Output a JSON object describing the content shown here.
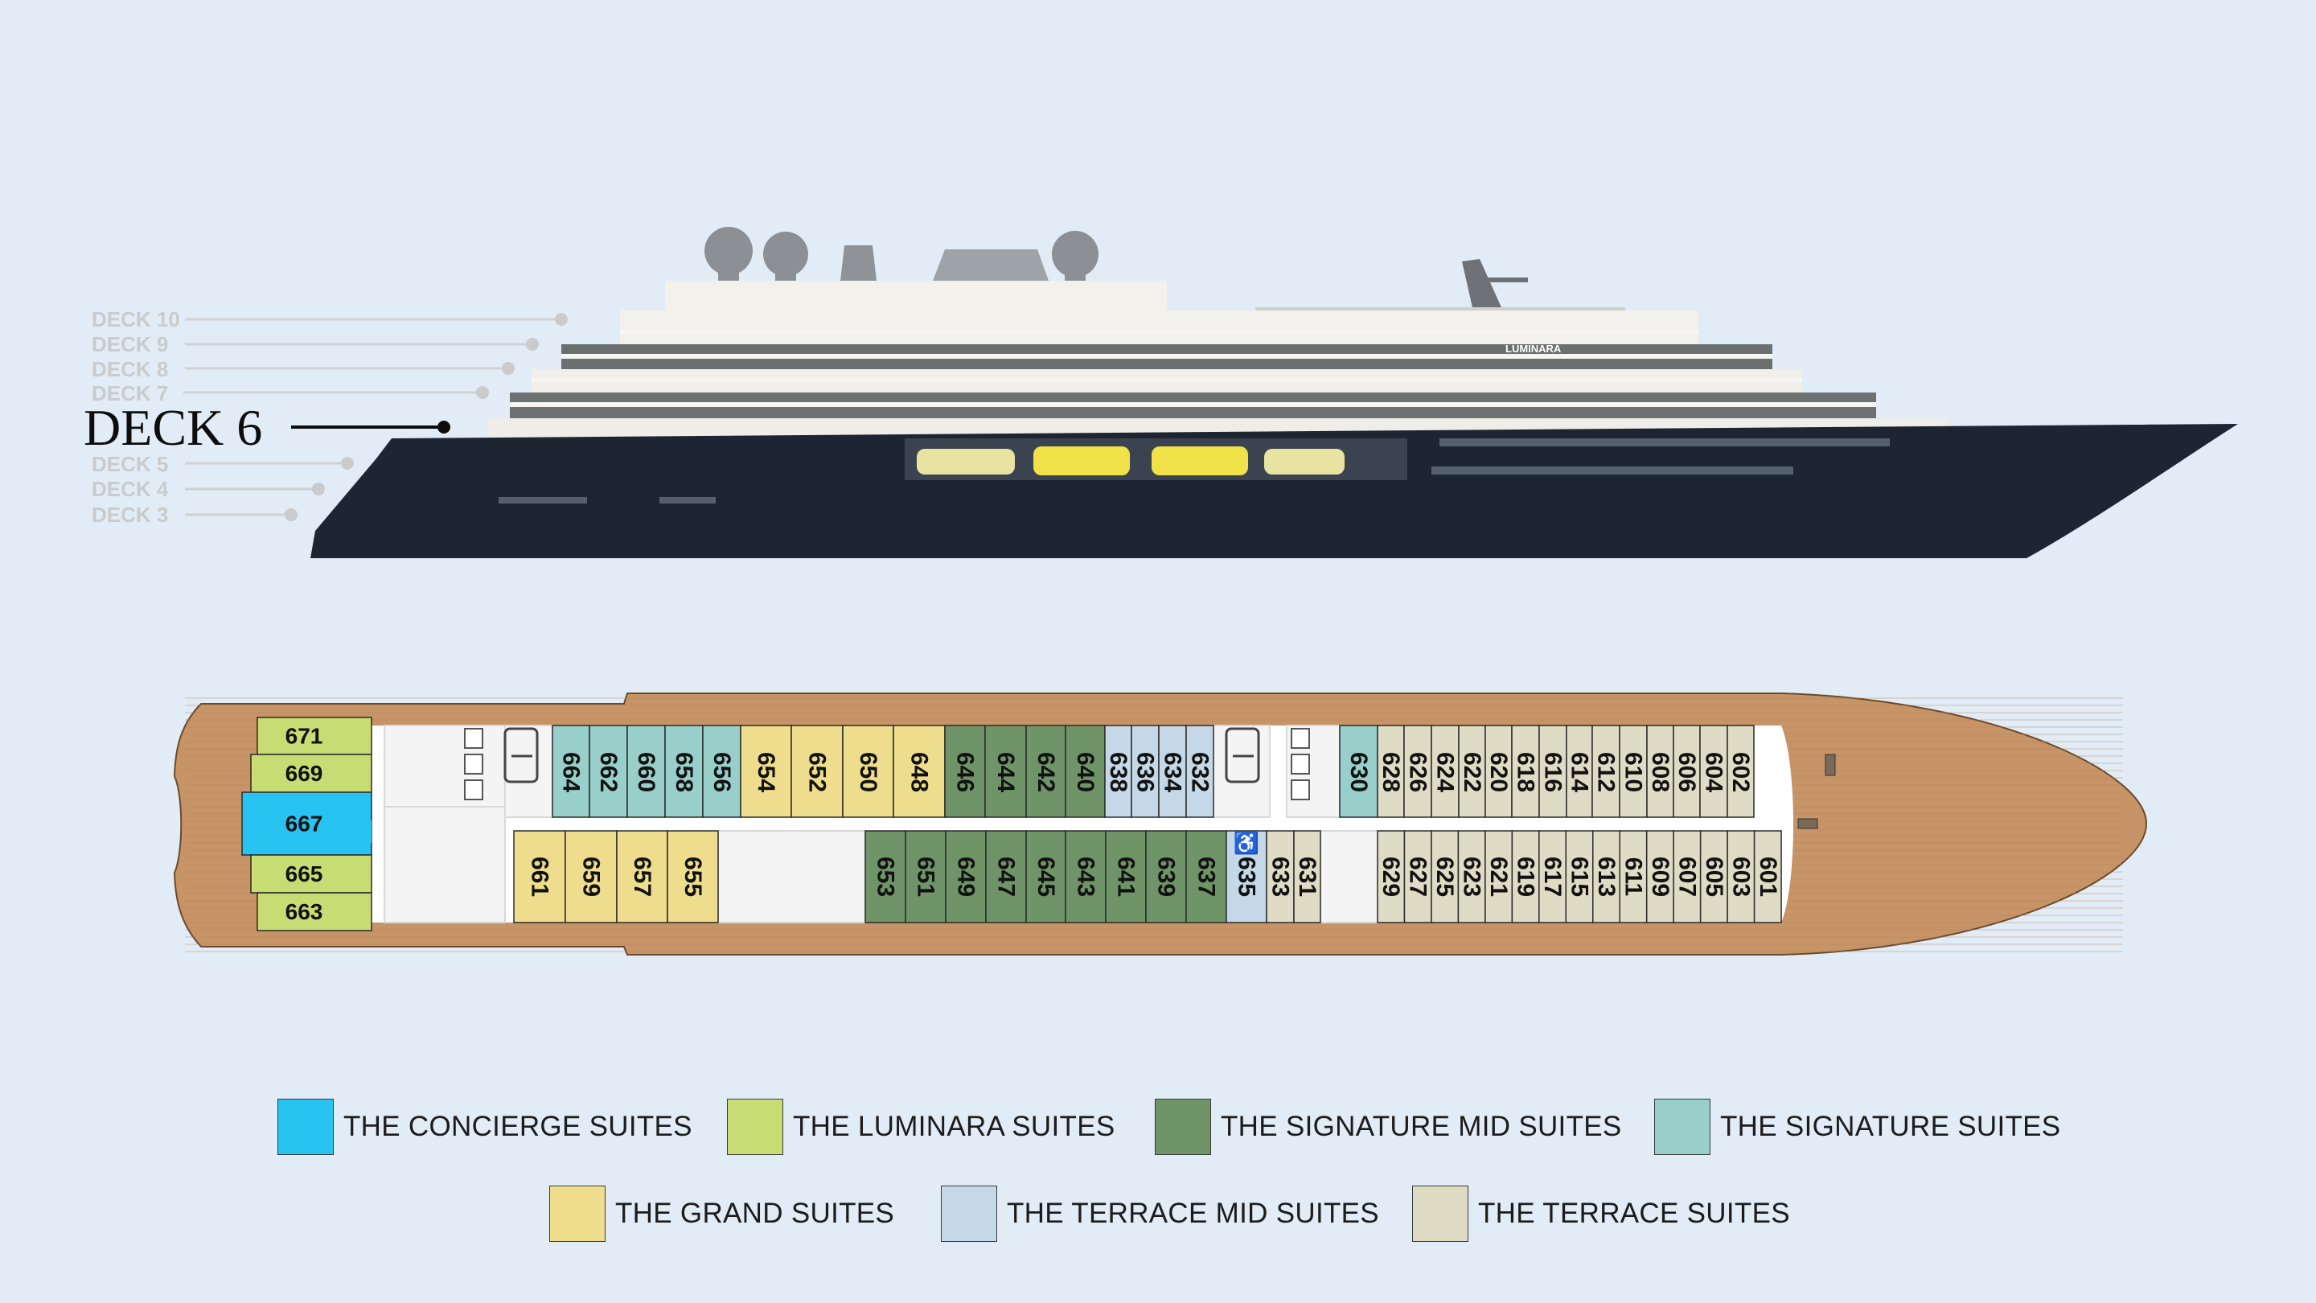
{
  "ship": {
    "name": "LUMINARA"
  },
  "deck_selector": {
    "current": "DECK 6",
    "decks": [
      "DECK 10",
      "DECK 9",
      "DECK 8",
      "DECK 7",
      "DECK 5",
      "DECK 4",
      "DECK 3"
    ]
  },
  "colors": {
    "concierge": "#27c3f1",
    "luminara": "#c8dc74",
    "signature_mid": "#6f9468",
    "signature": "#98cfcb",
    "grand": "#eedd8c",
    "terrace_mid": "#c5d8e8",
    "terrace": "#dfdcc5",
    "hull": "#1d2532",
    "wood": "#c69466",
    "background": "#e2ecf6"
  },
  "plan": {
    "bow_suites": [
      {
        "number": "671",
        "type": "luminara"
      },
      {
        "number": "669",
        "type": "luminara"
      },
      {
        "number": "667",
        "type": "concierge"
      },
      {
        "number": "665",
        "type": "luminara"
      },
      {
        "number": "663",
        "type": "luminara"
      }
    ],
    "top_row_a": [
      {
        "number": "664",
        "type": "signature"
      },
      {
        "number": "662",
        "type": "signature"
      },
      {
        "number": "660",
        "type": "signature"
      },
      {
        "number": "658",
        "type": "signature"
      },
      {
        "number": "656",
        "type": "signature"
      },
      {
        "number": "654",
        "type": "grand"
      },
      {
        "number": "652",
        "type": "grand"
      },
      {
        "number": "650",
        "type": "grand"
      },
      {
        "number": "648",
        "type": "grand"
      },
      {
        "number": "646",
        "type": "signature_mid"
      },
      {
        "number": "644",
        "type": "signature_mid"
      },
      {
        "number": "642",
        "type": "signature_mid"
      },
      {
        "number": "640",
        "type": "signature_mid"
      },
      {
        "number": "638",
        "type": "terrace_mid"
      },
      {
        "number": "636",
        "type": "terrace_mid"
      },
      {
        "number": "634",
        "type": "terrace_mid"
      },
      {
        "number": "632",
        "type": "terrace_mid"
      }
    ],
    "top_row_b": [
      {
        "number": "630",
        "type": "signature"
      },
      {
        "number": "628",
        "type": "terrace"
      },
      {
        "number": "626",
        "type": "terrace"
      },
      {
        "number": "624",
        "type": "terrace"
      },
      {
        "number": "622",
        "type": "terrace"
      },
      {
        "number": "620",
        "type": "terrace"
      },
      {
        "number": "618",
        "type": "terrace"
      },
      {
        "number": "616",
        "type": "terrace"
      },
      {
        "number": "614",
        "type": "terrace"
      },
      {
        "number": "612",
        "type": "terrace"
      },
      {
        "number": "610",
        "type": "terrace"
      },
      {
        "number": "608",
        "type": "terrace"
      },
      {
        "number": "606",
        "type": "terrace"
      },
      {
        "number": "604",
        "type": "terrace"
      },
      {
        "number": "602",
        "type": "terrace"
      }
    ],
    "bottom_row_a": [
      {
        "number": "661",
        "type": "grand"
      },
      {
        "number": "659",
        "type": "grand"
      },
      {
        "number": "657",
        "type": "grand"
      },
      {
        "number": "655",
        "type": "grand"
      }
    ],
    "bottom_row_b": [
      {
        "number": "653",
        "type": "signature_mid"
      },
      {
        "number": "651",
        "type": "signature_mid"
      },
      {
        "number": "649",
        "type": "signature_mid"
      },
      {
        "number": "647",
        "type": "signature_mid"
      },
      {
        "number": "645",
        "type": "signature_mid"
      },
      {
        "number": "643",
        "type": "signature_mid"
      },
      {
        "number": "641",
        "type": "signature_mid"
      },
      {
        "number": "639",
        "type": "signature_mid"
      },
      {
        "number": "637",
        "type": "signature_mid"
      },
      {
        "number": "635",
        "type": "terrace_mid",
        "accessible": true
      },
      {
        "number": "633",
        "type": "terrace"
      },
      {
        "number": "631",
        "type": "terrace"
      }
    ],
    "bottom_row_c": [
      {
        "number": "629",
        "type": "terrace"
      },
      {
        "number": "627",
        "type": "terrace"
      },
      {
        "number": "625",
        "type": "terrace"
      },
      {
        "number": "623",
        "type": "terrace"
      },
      {
        "number": "621",
        "type": "terrace"
      },
      {
        "number": "619",
        "type": "terrace"
      },
      {
        "number": "617",
        "type": "terrace"
      },
      {
        "number": "615",
        "type": "terrace"
      },
      {
        "number": "613",
        "type": "terrace"
      },
      {
        "number": "611",
        "type": "terrace"
      },
      {
        "number": "609",
        "type": "terrace"
      },
      {
        "number": "607",
        "type": "terrace"
      },
      {
        "number": "605",
        "type": "terrace"
      },
      {
        "number": "603",
        "type": "terrace"
      },
      {
        "number": "601",
        "type": "terrace"
      }
    ]
  },
  "legend": [
    {
      "type": "concierge",
      "label": "THE CONCIERGE SUITES"
    },
    {
      "type": "luminara",
      "label": "THE LUMINARA SUITES"
    },
    {
      "type": "signature_mid",
      "label": "THE SIGNATURE MID SUITES"
    },
    {
      "type": "signature",
      "label": "THE SIGNATURE SUITES"
    },
    {
      "type": "grand",
      "label": "THE GRAND SUITES"
    },
    {
      "type": "terrace_mid",
      "label": "THE TERRACE MID SUITES"
    },
    {
      "type": "terrace",
      "label": "THE TERRACE SUITES"
    }
  ]
}
